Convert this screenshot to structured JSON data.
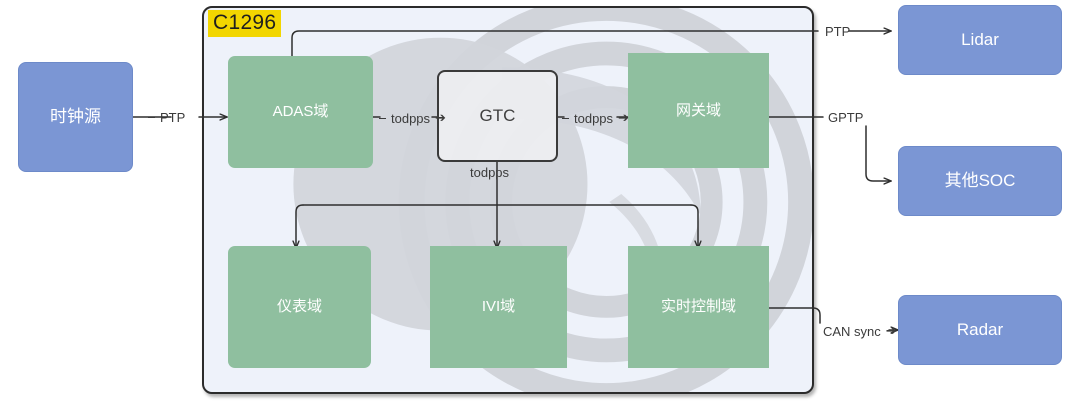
{
  "diagram": {
    "title": "C1296",
    "title_highlight_color": "#f2d600",
    "container_fill": "#eef2fa",
    "green_fill": "#8fbf9f",
    "blue_fill": "#7b96d4",
    "line_color": "#333333"
  },
  "external_nodes": {
    "clock_source": "时钟源",
    "lidar": "Lidar",
    "other_soc": "其他SOC",
    "radar": "Radar"
  },
  "soc_nodes": {
    "adas": "ADAS域",
    "gtc": "GTC",
    "gateway": "网关域",
    "cluster": "仪表域",
    "ivi": "IVI域",
    "realtime_control": "实时控制域"
  },
  "edge_labels": {
    "clock_to_adas": "PTP",
    "adas_to_gtc": "todpps",
    "gtc_to_gateway": "todpps",
    "gtc_down": "todpps",
    "gateway_to_lidar": "PTP",
    "gateway_to_othersoc": "GPTP",
    "realtime_to_radar": "CAN sync"
  },
  "glyphs": {
    "arrow_right": "➔",
    "dash": "–"
  }
}
